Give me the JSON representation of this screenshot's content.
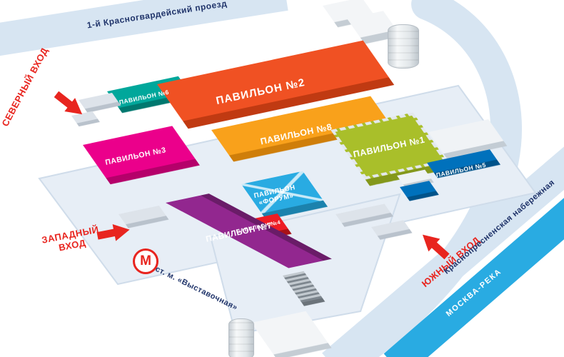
{
  "map": {
    "streets": {
      "north_road": "1-й Красногвардейский проезд",
      "embankment": "Краснопресненская набережная",
      "river": "МОСКВА-РЕКА"
    },
    "entrances": {
      "north": "СЕВЕРНЫЙ ВХОД",
      "west": "ЗАПАДНЫЙ ВХОД",
      "south": "ЮЖНЫЙ ВХОД"
    },
    "metro": {
      "logo": "М",
      "station": "ст. м. «Выставочная»"
    },
    "pavilions": {
      "p1": "ПАВИЛЬОН №1",
      "p2": "ПАВИЛЬОН №2",
      "p3": "ПАВИЛЬОН №3",
      "p4": "ПАВИЛЬОН №4",
      "p5": "ПАВИЛЬОН №5",
      "p6": "ПАВИЛЬОН №6",
      "p7": "ПАВИЛЬОН №7",
      "p8": "ПАВИЛЬОН №8",
      "forum_line1": "ПАВИЛЬОН",
      "forum_line2": "«ФОРУМ»"
    },
    "colors": {
      "road": "#d7e5f2",
      "platform": "#e7eef6",
      "river": "#29abe2",
      "accent_red": "#e8251f",
      "navy_text": "#21356b",
      "pavilion_1": "#a9bf2a",
      "pavilion_2": "#f05123",
      "pavilion_3": "#eb008b",
      "pavilion_4": "#ed1c24",
      "pavilion_5": "#0071bc",
      "pavilion_6": "#00a79b",
      "pavilion_7": "#92278f",
      "pavilion_8": "#f9a11b",
      "forum": "#29abe2"
    }
  }
}
